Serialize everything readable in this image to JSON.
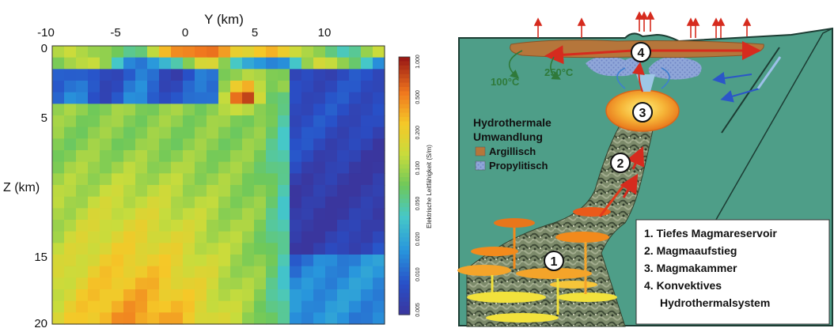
{
  "left_panel": {
    "x_axis": {
      "label": "Y (km)",
      "ticks": [
        "-10",
        "-5",
        "0",
        "5",
        "10"
      ],
      "range": [
        -10,
        14
      ]
    },
    "y_axis": {
      "label": "Z (km)",
      "ticks": [
        "0",
        "5",
        "15",
        "20"
      ],
      "range": [
        0,
        20
      ]
    },
    "colorbar": {
      "label": "Elektrische Leitfähigkeit (S/m)",
      "ticks": [
        "1.000",
        "0.500",
        "0.200",
        "0.100",
        "0.050",
        "0.020",
        "0.010",
        "0.005"
      ],
      "scale": "log",
      "range": [
        0.005,
        1.0
      ]
    }
  },
  "right_panel": {
    "temperatures": [
      "100°C",
      "250°C"
    ],
    "stage_numbers": [
      "4",
      "3",
      "2",
      "1"
    ],
    "legend": {
      "title_line1": "Hydrothermale",
      "title_line2": "Umwandlung",
      "items": [
        {
          "label": "Argillisch",
          "color": "#b5763b"
        },
        {
          "label": "Propylitisch",
          "color": "#8fa6d8"
        }
      ]
    },
    "key": [
      "1. Tiefes Magmareservoir",
      "2. Magmaaufstieg",
      "3. Magmakammer",
      "4. Konvektives",
      "Hydrothermalsystem"
    ]
  },
  "colors": {
    "ground": "#4e9e88",
    "argillic": "#b5763b",
    "propylitic": "#8fa6d8",
    "magma_orange": "#f28a1c",
    "magma_yellow": "#f2e23c",
    "arrow_red": "#d62b1e",
    "arrow_blue": "#2b56c8"
  }
}
